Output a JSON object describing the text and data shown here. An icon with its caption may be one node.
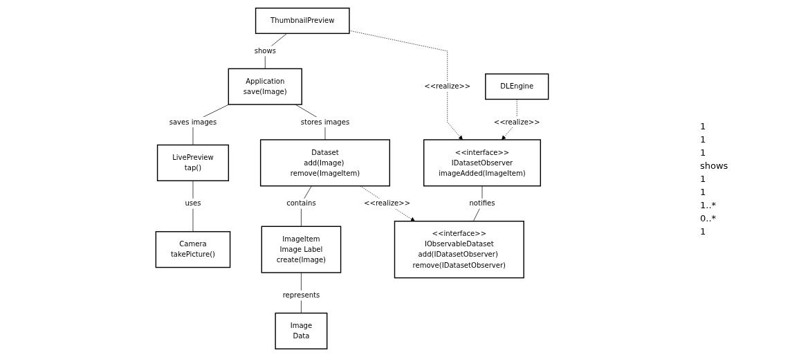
{
  "diagram": {
    "nodes": [
      {
        "text": [
          "DLEngine"
        ]
      },
      {
        "text": [
          "ThumbnailPreview"
        ]
      },
      {
        "text": [
          "Application",
          "save(Image)"
        ]
      },
      {
        "text": [
          "LivePreview",
          "tap()"
        ]
      },
      {
        "text": [
          "Camera",
          "takePicture()"
        ]
      },
      {
        "text": [
          "<<interface>>",
          "IDatasetObserver",
          "imageAdded(ImageItem)"
        ]
      },
      {
        "text": [
          "Dataset",
          "add(Image) remove(ImageItem)"
        ]
      },
      {
        "text": [
          "ImageItem",
          "Image Label",
          "create(Image)"
        ]
      },
      {
        "text": [
          "<<interface>>",
          "IObservableDataset",
          "add(IDatasetObserver) remove(IDatasetObserver)"
        ]
      },
      {
        "text": [
          "Image",
          "Data"
        ]
      }
    ],
    "edges": [
      {
        "from": 0,
        "to": 5,
        "arrow": "to",
        "style": "dashed",
        "label": "<<realize>>"
      },
      {
        "from": 1,
        "to": 5,
        "arrow": "to",
        "style": "dashed",
        "label": "<<realize>>"
      },
      {
        "from": 1,
        "to": 2,
        "arrow": "none",
        "label": "shows"
      },
      {
        "from": 2,
        "to": 3,
        "arrow": "none",
        "label": "saves images"
      },
      {
        "from": 3,
        "to": 4,
        "arrow": "none",
        "label": "uses"
      },
      {
        "from": 2,
        "to": 6,
        "arrow": "none",
        "label": "stores images"
      },
      {
        "from": 6,
        "to": 7,
        "arrow": "none",
        "label": "contains"
      },
      {
        "from": 5,
        "to": 8,
        "arrow": "none",
        "label": "notifies"
      },
      {
        "from": 6,
        "to": 8,
        "arrow": "to",
        "style": "dashed",
        "label": "<<realize>>"
      },
      {
        "from": 7,
        "to": 9,
        "arrow": "none",
        "label": "represents"
      }
    ],
    "labels": [
      "1",
      "1",
      "1",
      "shows",
      "1",
      "1",
      "1..*",
      "0..*",
      "1"
    ]
  }
}
